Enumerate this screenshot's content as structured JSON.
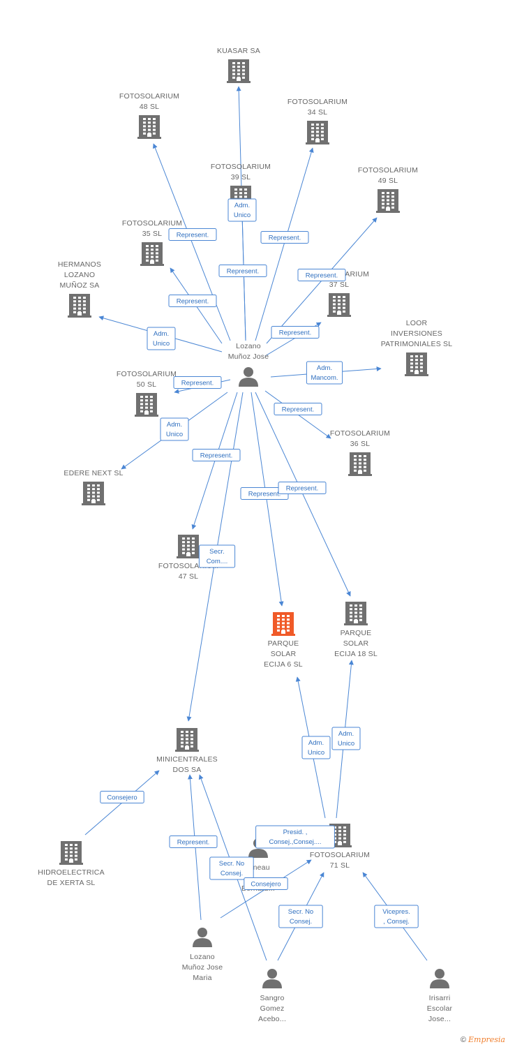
{
  "colors": {
    "edge": "#4a86d4",
    "company": "#707070",
    "focus_company": "#f05a28",
    "person": "#707070",
    "label": "#666666"
  },
  "nodes": [
    {
      "id": "kuasar",
      "type": "company",
      "lines": [
        "KUASAR SA"
      ]
    },
    {
      "id": "f48",
      "type": "company",
      "lines": [
        "FOTOSOLARIUM",
        "48 SL"
      ]
    },
    {
      "id": "f34",
      "type": "company",
      "lines": [
        "FOTOSOLARIUM",
        "34 SL"
      ]
    },
    {
      "id": "f39",
      "type": "company",
      "lines": [
        "FOTOSOLARIUM",
        "39 SL"
      ]
    },
    {
      "id": "f49",
      "type": "company",
      "lines": [
        "FOTOSOLARIUM",
        "49 SL"
      ]
    },
    {
      "id": "f35",
      "type": "company",
      "lines": [
        "FOTOSOLARIUM",
        "35 SL"
      ]
    },
    {
      "id": "f37",
      "type": "company",
      "lines": [
        "FOTOSOLARIUM",
        "37 SL"
      ]
    },
    {
      "id": "hermanos",
      "type": "company",
      "lines": [
        "HERMANOS",
        "LOZANO",
        "MUÑOZ SA"
      ]
    },
    {
      "id": "loor",
      "type": "company",
      "lines": [
        "LOOR",
        "INVERSIONES",
        "PATRIMONIALES SL"
      ]
    },
    {
      "id": "lozano_jose",
      "type": "person",
      "lines": [
        "Lozano",
        "Muñoz Jose"
      ]
    },
    {
      "id": "f50",
      "type": "company",
      "lines": [
        "FOTOSOLARIUM",
        "50 SL"
      ]
    },
    {
      "id": "f36",
      "type": "company",
      "lines": [
        "FOTOSOLARIUM",
        "36 SL"
      ]
    },
    {
      "id": "edere",
      "type": "company",
      "lines": [
        "EDERE NEXT SL"
      ]
    },
    {
      "id": "f47",
      "type": "company",
      "lines": [
        "FOTOSOLARIUM",
        "47 SL"
      ]
    },
    {
      "id": "ecija6",
      "type": "focus",
      "lines": [
        "PARQUE",
        "SOLAR",
        "ECIJA 6 SL"
      ]
    },
    {
      "id": "ecija18",
      "type": "company",
      "lines": [
        "PARQUE",
        "SOLAR",
        "ECIJA 18 SL"
      ]
    },
    {
      "id": "mini",
      "type": "company",
      "lines": [
        "MINICENTRALES",
        "DOS SA"
      ]
    },
    {
      "id": "hidro",
      "type": "company",
      "lines": [
        "HIDROELECTRICA",
        "DE XERTA SL"
      ]
    },
    {
      "id": "f71",
      "type": "company",
      "lines": [
        "FOTOSOLARIUM",
        "71 SL"
      ]
    },
    {
      "id": "bernard",
      "type": "person",
      "lines": [
        "...neau",
        "...",
        "Bernard..."
      ]
    },
    {
      "id": "lozano_maria",
      "type": "person",
      "lines": [
        "Lozano",
        "Muñoz Jose",
        "Maria"
      ]
    },
    {
      "id": "sangro",
      "type": "person",
      "lines": [
        "Sangro",
        "Gomez",
        "Acebo..."
      ]
    },
    {
      "id": "irisarri",
      "type": "person",
      "lines": [
        "Irisarri",
        "Escolar",
        "Jose..."
      ]
    }
  ],
  "edges": [
    {
      "from": "lozano_jose",
      "to": "kuasar",
      "roles": [
        "Adm.",
        "Unico"
      ]
    },
    {
      "from": "lozano_jose",
      "to": "f48",
      "roles": [
        "Represent."
      ]
    },
    {
      "from": "lozano_jose",
      "to": "f34",
      "roles": [
        "Represent."
      ]
    },
    {
      "from": "lozano_jose",
      "to": "f39",
      "roles": [
        "Represent."
      ]
    },
    {
      "from": "lozano_jose",
      "to": "f49",
      "roles": [
        "Represent."
      ]
    },
    {
      "from": "lozano_jose",
      "to": "f35",
      "roles": [
        "Represent."
      ]
    },
    {
      "from": "lozano_jose",
      "to": "f37",
      "roles": [
        "Represent."
      ]
    },
    {
      "from": "lozano_jose",
      "to": "hermanos",
      "roles": [
        "Adm.",
        "Unico"
      ]
    },
    {
      "from": "lozano_jose",
      "to": "loor",
      "roles": [
        "Adm.",
        "Mancom."
      ]
    },
    {
      "from": "lozano_jose",
      "to": "f50",
      "roles": [
        "Represent."
      ]
    },
    {
      "from": "lozano_jose",
      "to": "edere",
      "roles": [
        "Adm.",
        "Unico"
      ]
    },
    {
      "from": "lozano_jose",
      "to": "f36",
      "roles": [
        "Represent."
      ]
    },
    {
      "from": "lozano_jose",
      "to": "f47",
      "roles": [
        "Represent."
      ]
    },
    {
      "from": "lozano_jose",
      "to": "ecija6",
      "roles": [
        "Represent."
      ]
    },
    {
      "from": "lozano_jose",
      "to": "ecija18",
      "roles": [
        "Represent."
      ]
    },
    {
      "from": "lozano_jose",
      "to": "mini",
      "roles": [
        "Secr.",
        "Com...."
      ]
    },
    {
      "from": "hidro",
      "to": "mini",
      "roles": [
        "Consejero"
      ]
    },
    {
      "from": "lozano_maria",
      "to": "mini",
      "roles": [
        "Represent."
      ]
    },
    {
      "from": "sangro",
      "to": "mini",
      "roles": [
        "Secr.  No",
        "Consej."
      ]
    },
    {
      "from": "f71",
      "to": "ecija6",
      "roles": [
        "Adm.",
        "Unico"
      ]
    },
    {
      "from": "f71",
      "to": "ecija18",
      "roles": [
        "Adm.",
        "Unico"
      ]
    },
    {
      "from": "bernard",
      "to": "f71",
      "roles": [
        "Presid. ,",
        "Consej.,Consej...."
      ]
    },
    {
      "from": "lozano_maria",
      "to": "f71",
      "roles": [
        "Consejero"
      ]
    },
    {
      "from": "sangro",
      "to": "f71",
      "roles": [
        "Secr.  No",
        "Consej."
      ]
    },
    {
      "from": "irisarri",
      "to": "f71",
      "roles": [
        "Vicepres.",
        ", Consej."
      ]
    }
  ],
  "footer": {
    "copyright": "©",
    "brand": "Empresia"
  }
}
